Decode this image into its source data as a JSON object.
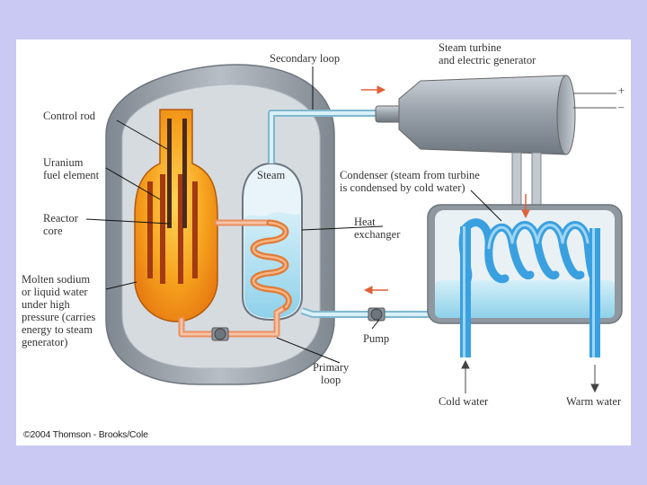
{
  "labels": {
    "control_rod": "Control rod",
    "uranium_fuel_element": "Uranium\nfuel element",
    "reactor_core": "Reactor\ncore",
    "molten_sodium": "Molten sodium\nor liquid water\nunder high\npressure (carries\nenergy to steam\ngenerator)",
    "secondary_loop": "Secondary loop",
    "steam_turbine": "Steam turbine\nand electric generator",
    "steam": "Steam",
    "condenser": "Condenser (steam from turbine\nis condensed by cold water)",
    "heat_exchanger": "Heat\nexchanger",
    "pump": "Pump",
    "primary_loop": "Primary\nloop",
    "cold_water": "Cold water",
    "warm_water": "Warm water",
    "plus": "+",
    "minus": "–"
  },
  "copyright": "©2004 Thomson - Brooks/Cole",
  "colors": {
    "background": "#c9c9f4",
    "vessel": "#9aa3ad",
    "core": "#f39a1c",
    "primary_loop": "#f0a87a",
    "secondary_loop": "#bfe4f2",
    "coil": "#5bb6ea",
    "water": "#a6dcef"
  }
}
